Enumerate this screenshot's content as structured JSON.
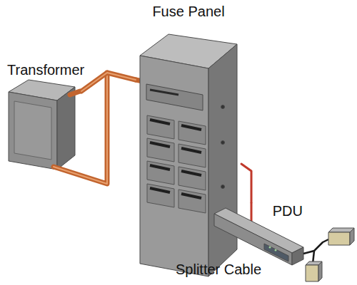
{
  "diagram": {
    "nodes": [
      {
        "text": [
          "Transformer"
        ]
      },
      {
        "text": [
          "Fuse Panel"
        ]
      },
      {
        "text": [
          "PDU"
        ]
      }
    ],
    "edges": [
      {
        "from": 0,
        "to": 1,
        "arrow": "none"
      },
      {
        "from": 1,
        "to": 2,
        "arrow": "none"
      }
    ],
    "labels": [
      "Splitter Cable"
    ]
  }
}
